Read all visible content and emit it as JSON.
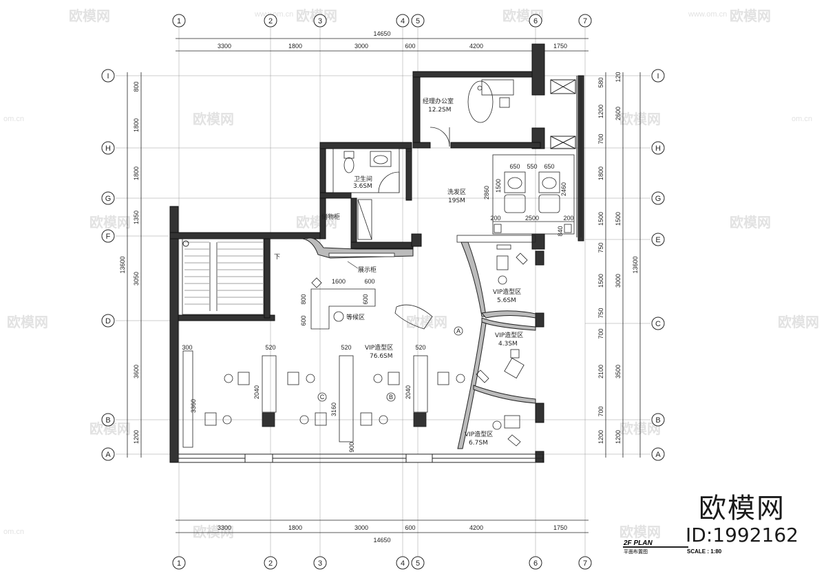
{
  "watermark": {
    "brand": "欧模网",
    "domain": "www.om.cn",
    "domain_short": "om.cn"
  },
  "plan": {
    "title": "2F PLAN",
    "subtitle": "平面布置图",
    "scale": "SCALE : 1:80"
  },
  "brand": {
    "name": "欧模网",
    "id": "ID:1992162"
  },
  "grid": {
    "columns": [
      "1",
      "2",
      "3",
      "4",
      "5",
      "6",
      "7"
    ],
    "rows": [
      "I",
      "H",
      "G",
      "F",
      "E",
      "D",
      "C",
      "B",
      "A"
    ],
    "top_total": "14650",
    "top_spans": [
      "3300",
      "1800",
      "3000",
      "600",
      "4200",
      "1750"
    ],
    "bottom_total": "14650",
    "bottom_spans": [
      "3300",
      "1800",
      "3000",
      "600",
      "4200",
      "1750"
    ],
    "left_outer": "13600",
    "left_inner": [
      "800",
      "1800",
      "1800",
      "1350",
      "3050",
      "3600",
      "1200"
    ],
    "right_outer": "13600",
    "right_inner": [
      "580",
      "1200",
      "700",
      "1800",
      "1500",
      "750",
      "1500",
      "750",
      "700",
      "2100",
      "700",
      "1200"
    ],
    "right_mid": [
      "120",
      "2600",
      "1500",
      "3000",
      "3500",
      "1200"
    ]
  },
  "rooms": {
    "manager_office": "经理办公室",
    "manager_office_area": "12.2SM",
    "toilet": "卫生间",
    "toilet_area": "3.6SM",
    "storage": "储物柜",
    "wash": "洗发区",
    "wash_area": "19SM",
    "display": "展示柜",
    "waiting": "等候区",
    "main_styling": "VIP造型区",
    "main_styling_area": "76.6SM",
    "vip1": "VIP造型区",
    "vip1_area": "5.6SM",
    "vip2": "VIP造型区",
    "vip2_area": "4.3SM",
    "vip3": "VIP造型区",
    "vip3_area": "6.7SM",
    "stair_down": "下"
  },
  "inner_dims": {
    "wash": [
      "650",
      "550",
      "650",
      "2860",
      "1500",
      "2460",
      "200",
      "2500",
      "200",
      "840"
    ],
    "waiting": [
      "1600",
      "600",
      "800",
      "600",
      "600"
    ],
    "styling": [
      "300",
      "520",
      "520",
      "520",
      "2040",
      "3160",
      "2040",
      "3360",
      "900"
    ]
  },
  "markers": [
    "A",
    "B",
    "C"
  ]
}
